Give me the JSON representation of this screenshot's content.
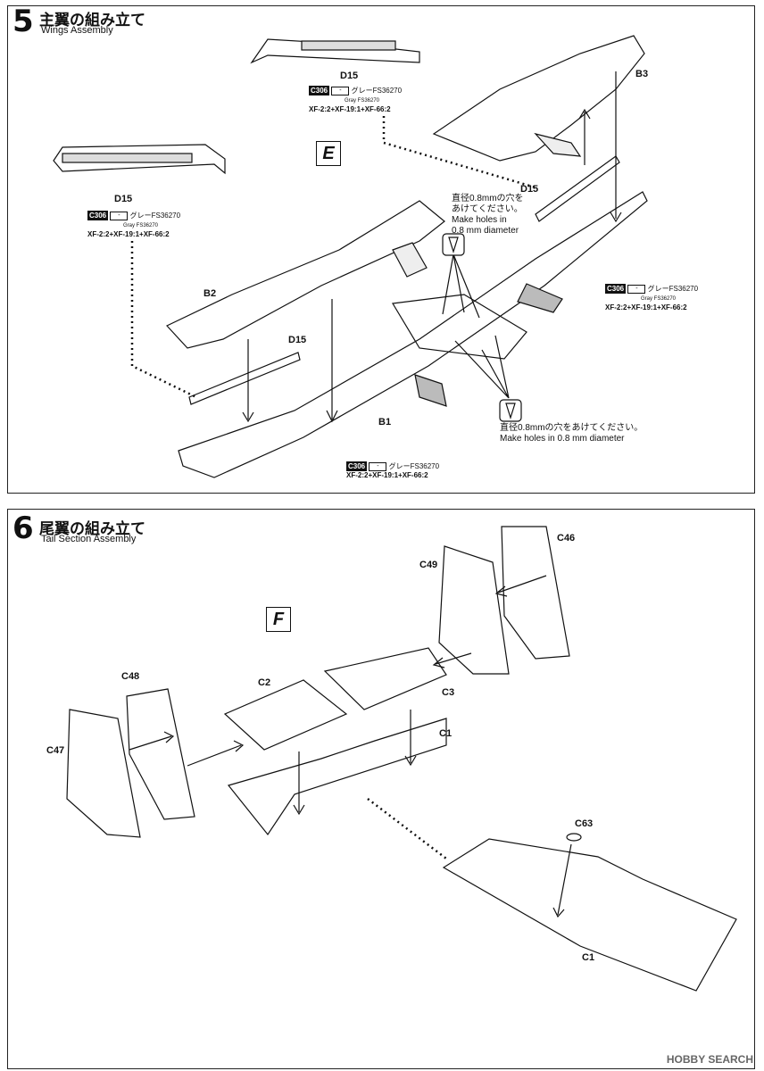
{
  "step5": {
    "number": "5",
    "title_jp": "主翼の組み立て",
    "title_en": "Wings Assembly",
    "section_box": "E",
    "parts": {
      "d15_top": "D15",
      "d15_left": "D15",
      "d15_mid": "D15",
      "d15_right": "D15",
      "b1": "B1",
      "b2": "B2",
      "b3": "B3"
    },
    "paint": {
      "code": "C306",
      "dash": "-",
      "name_jp": "グレーFS36270",
      "name_en": "Gray FS36270",
      "mix": "XF-2:2+XF-19:1+XF-66:2"
    },
    "hole_note_1": {
      "jp1": "直径0.8mmの穴を",
      "jp2": "あけてください。",
      "en1": "Make holes in",
      "en2": "0.8 mm diameter"
    },
    "hole_note_2": {
      "jp": "直径0.8mmの穴をあけてください。",
      "en": "Make holes in 0.8 mm diameter"
    }
  },
  "step6": {
    "number": "6",
    "title_jp": "尾翼の組み立て",
    "title_en": "Tail Section Assembly",
    "section_box": "F",
    "parts": {
      "c46": "C46",
      "c49": "C49",
      "c48": "C48",
      "c47": "C47",
      "c2": "C2",
      "c3": "C3",
      "c1_top": "C1",
      "c63": "C63",
      "c1_bottom": "C1"
    }
  },
  "watermark": "HOBBY SEARCH"
}
